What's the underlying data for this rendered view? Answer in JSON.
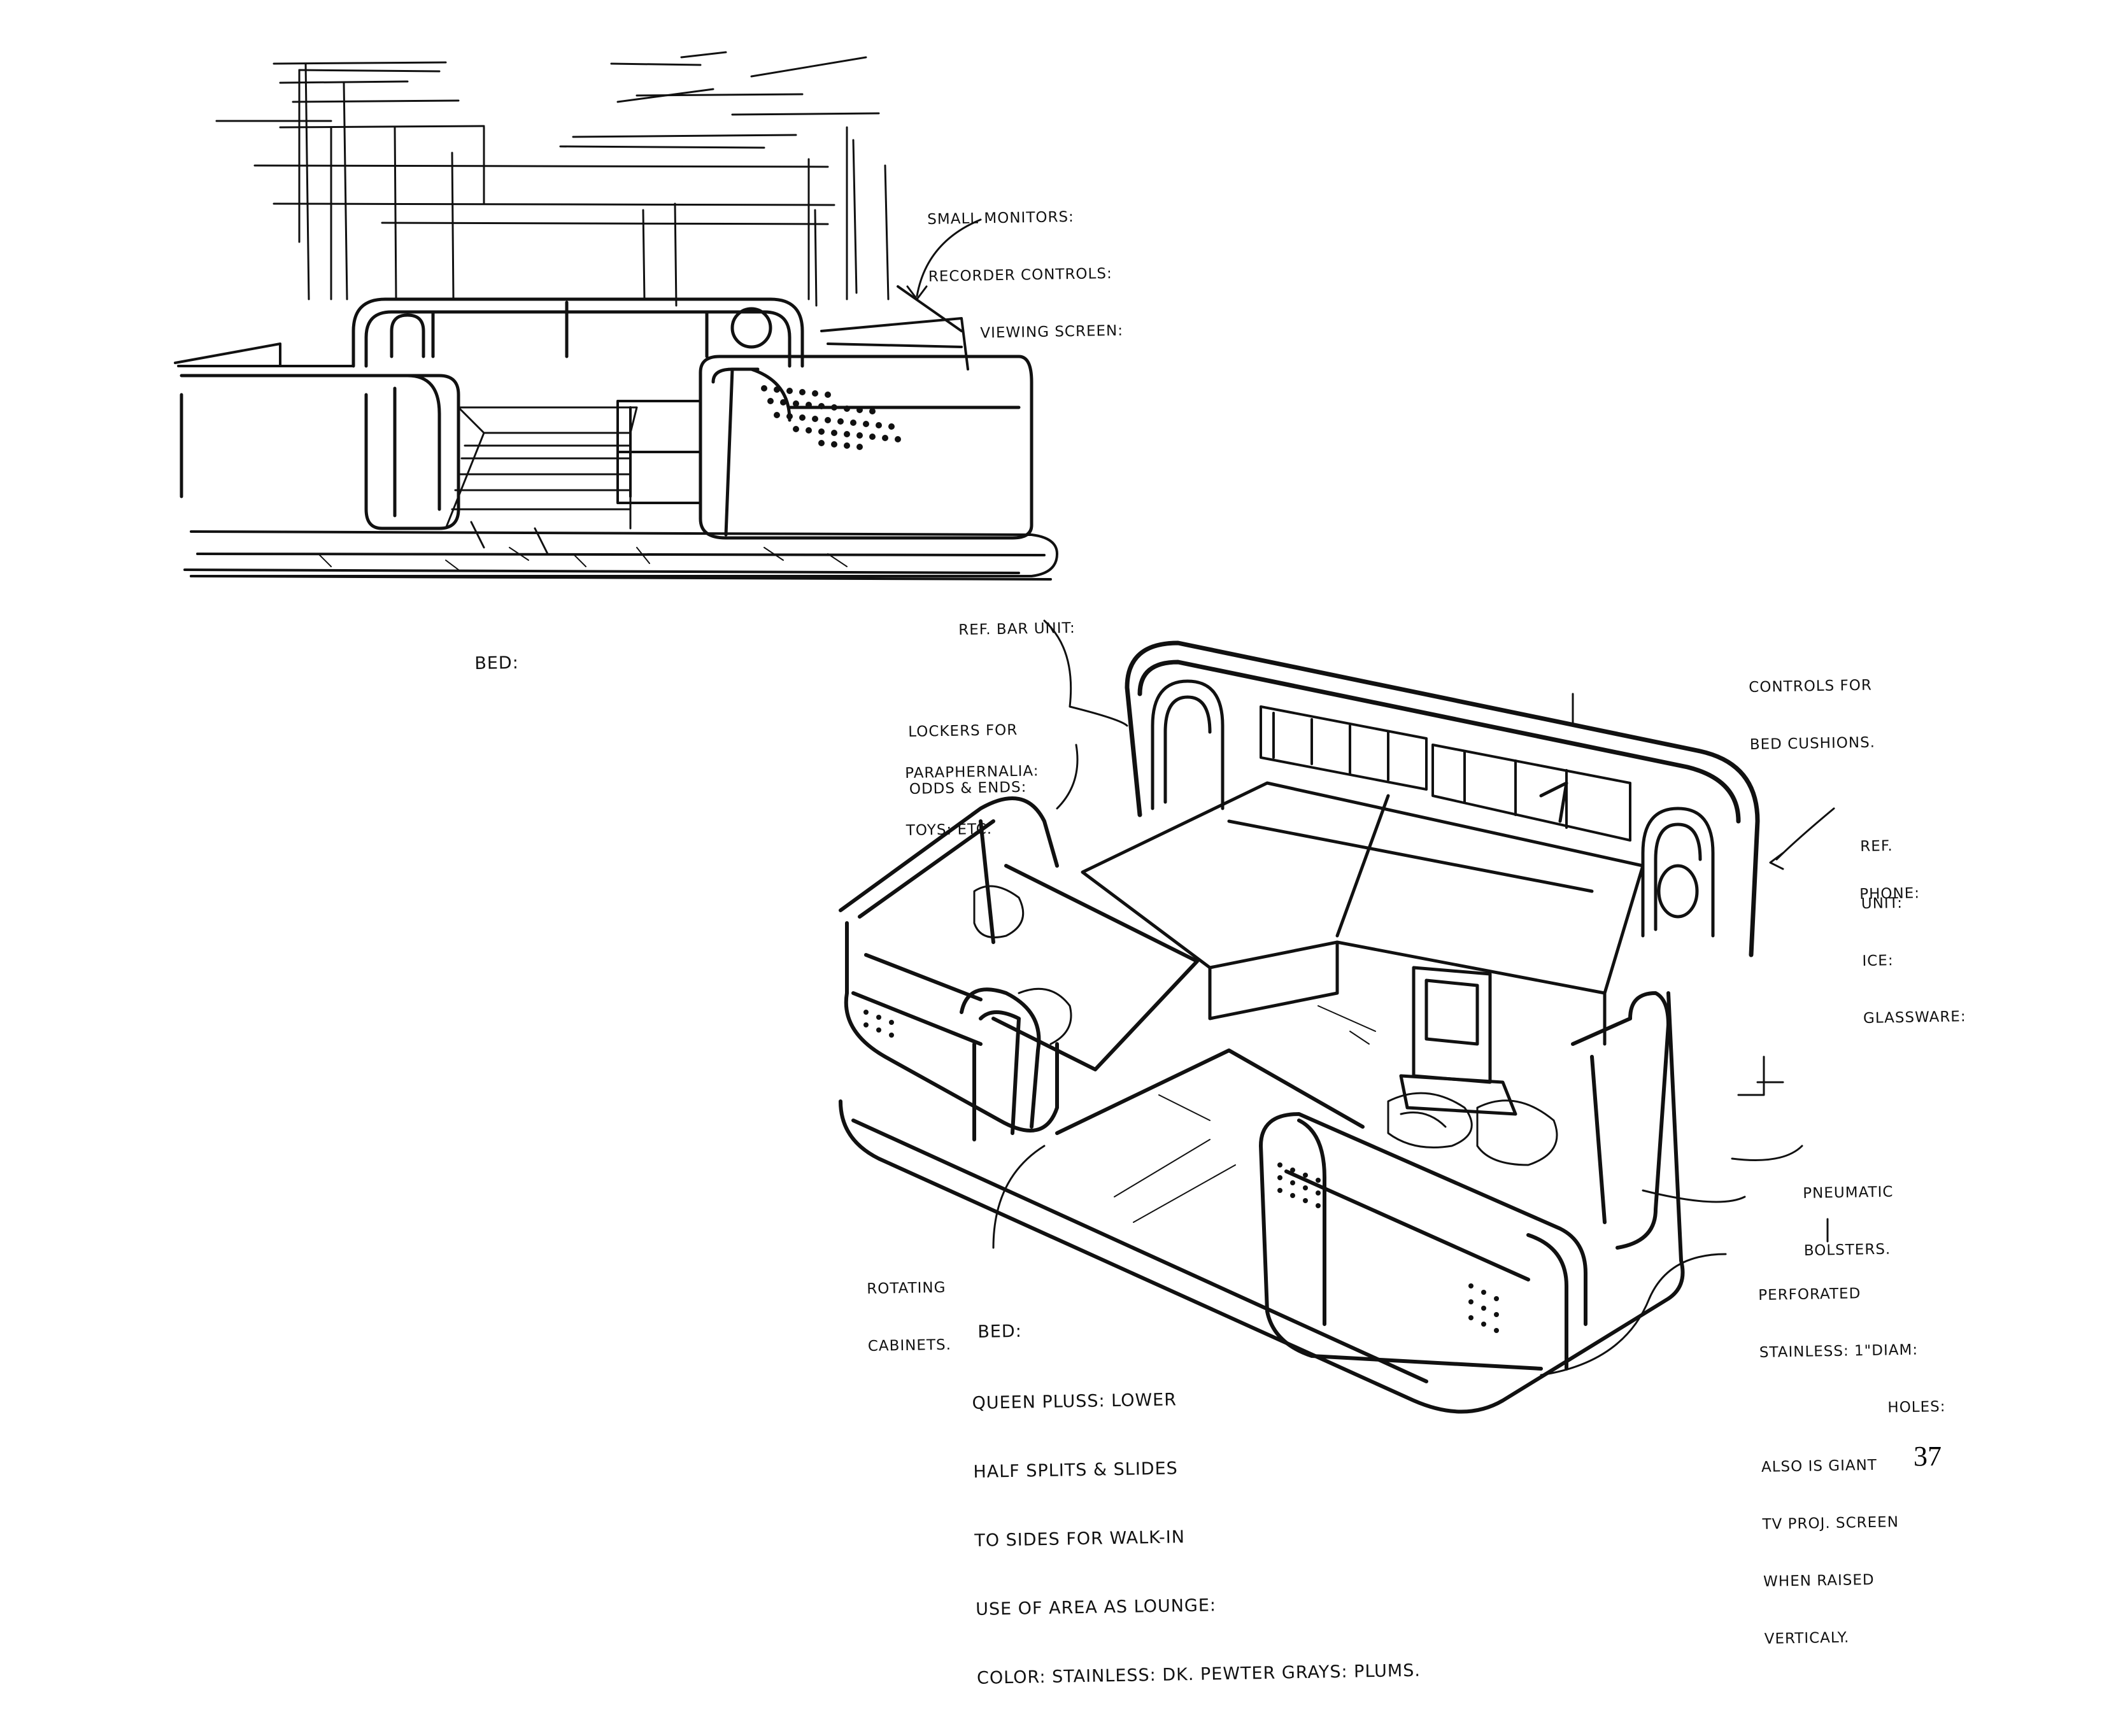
{
  "top_sketch": {
    "note_monitors": [
      "SMALL MONITORS:",
      "RECORDER CONTROLS:",
      "VIEWING SCREEN:"
    ],
    "caption": "BED:"
  },
  "bottom_sketch": {
    "ref_bar": "REF. BAR UNIT:",
    "lockers": [
      "LOCKERS FOR",
      "ODDS & ENDS:"
    ],
    "paraphernalia": [
      "PARAPHERNALIA:",
      "TOYS: ETC."
    ],
    "controls": [
      "CONTROLS FOR",
      "BED CUSHIONS."
    ],
    "ref_unit": [
      "REF.",
      "UNIT:",
      "ICE:",
      "GLASSWARE:"
    ],
    "phone": "PHONE:",
    "pneumatic": [
      "PNEUMATIC",
      "BOLSTERS."
    ],
    "perforated": [
      "PERFORATED",
      "STAINLESS: 1\"DIAM:",
      "HOLES:",
      "ALSO IS GIANT",
      "TV PROJ. SCREEN",
      "WHEN RAISED",
      "VERTICALY."
    ],
    "rotating": [
      "ROTATING",
      "CABINETS."
    ],
    "bed_title": "BED:",
    "bed_desc": [
      "QUEEN PLUSS: LOWER",
      "HALF SPLITS & SLIDES",
      "TO SIDES FOR WALK-IN",
      "USE OF AREA AS LOUNGE:",
      "COLOR: STAINLESS: DK. PEWTER GRAYS: PLUMS."
    ]
  },
  "page_number": "37",
  "colors": {
    "ink": "#111111",
    "paper": "#ffffff"
  }
}
